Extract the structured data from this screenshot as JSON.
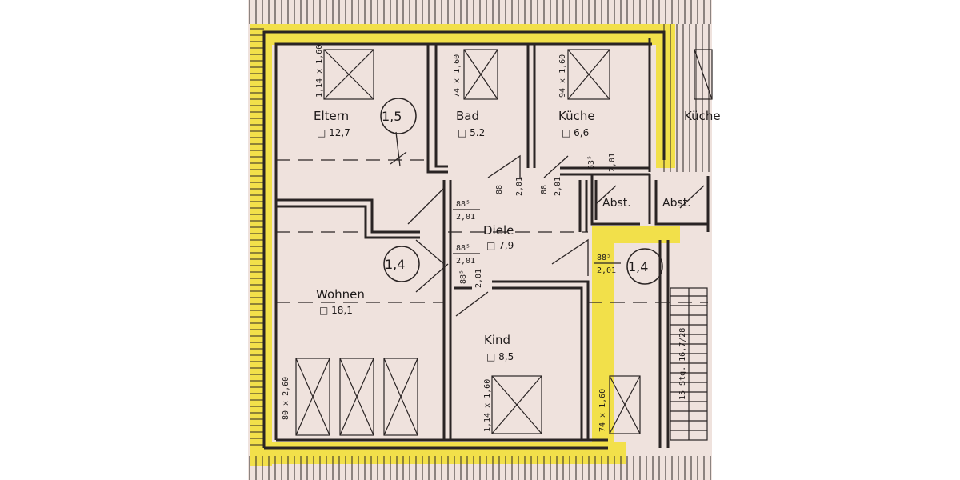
{
  "colors": {
    "paper": "#efe2dd",
    "highlight": "#f2e04a",
    "ink": "#2a2424"
  },
  "rooms": [
    {
      "name": "Eltern",
      "area": "12,7",
      "window": "1,14 x 1,60"
    },
    {
      "name": "Bad",
      "area": "5.2",
      "window": "74 x 1,60"
    },
    {
      "name": "Küche",
      "area": "6,6",
      "window": "94 x 1,60"
    },
    {
      "name": "Diele",
      "area": "7,9"
    },
    {
      "name": "Wohnen",
      "area": "18,1",
      "window": "80 x 2,60"
    },
    {
      "name": "Kind",
      "area": "8,5",
      "window": "1,14 x 1,60"
    }
  ],
  "neighbor": {
    "name": "Küche"
  },
  "storage": [
    "Abst.",
    "Abst."
  ],
  "markers": [
    "1,5",
    "1,4",
    "1,4"
  ],
  "door_sizes": [
    {
      "width": "88⁵",
      "height": "2,01"
    },
    {
      "width": "88⁵",
      "height": "2,01"
    },
    {
      "width": "88⁵",
      "height": "2,01"
    }
  ],
  "vertical_sizes": [
    "88",
    "2,01",
    "88",
    "2,01",
    "63⁵",
    "2,01",
    "88⁵",
    "2,01"
  ],
  "stairs": {
    "label": "15 Stg. 16,7/28"
  },
  "window_right": "74 x 1,60"
}
